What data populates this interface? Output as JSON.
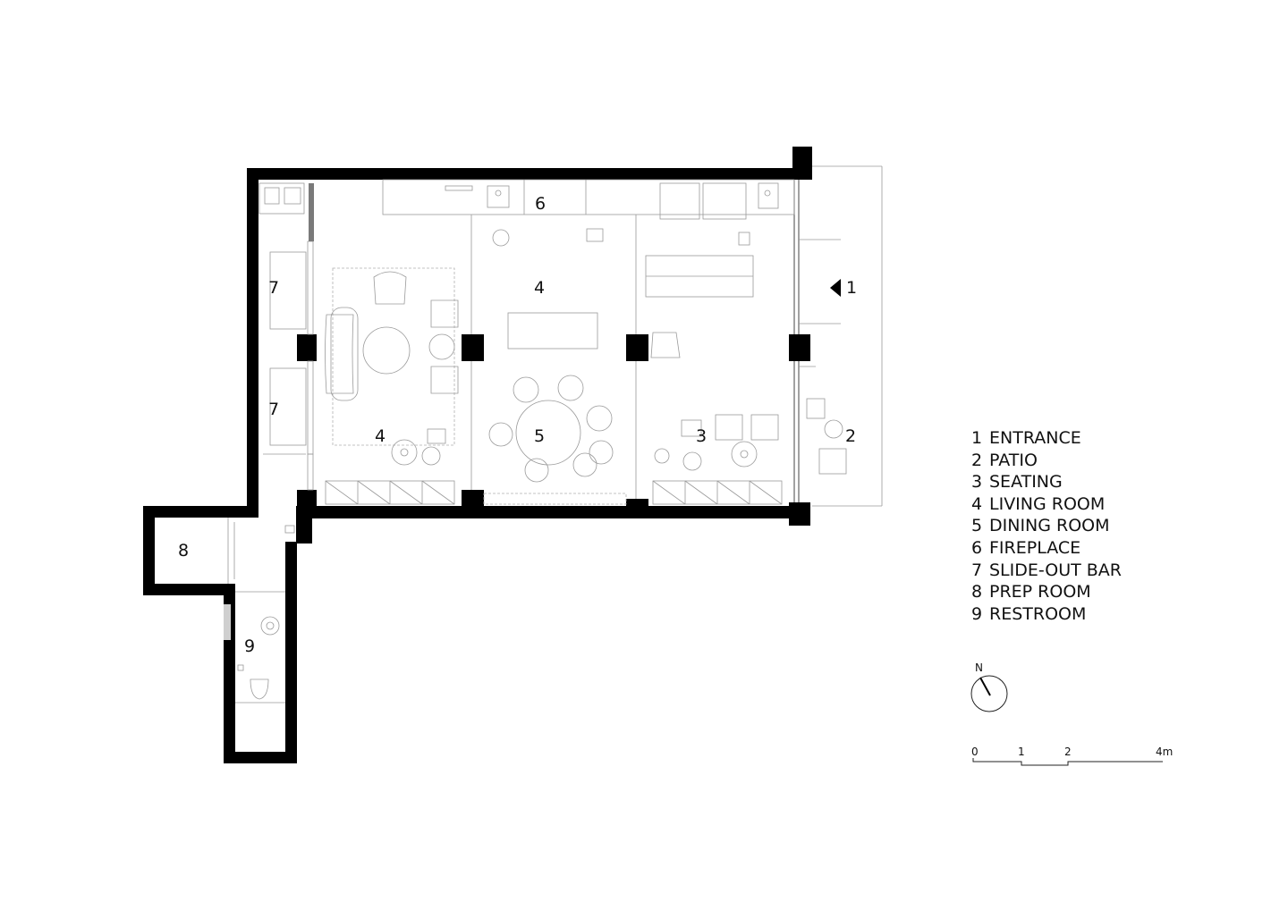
{
  "rooms": [
    {
      "num": "1",
      "label": "ENTRANCE"
    },
    {
      "num": "2",
      "label": "PATIO"
    },
    {
      "num": "3",
      "label": "SEATING"
    },
    {
      "num": "4",
      "label": "LIVING ROOM"
    },
    {
      "num": "5",
      "label": "DINING ROOM"
    },
    {
      "num": "6",
      "label": "FIREPLACE"
    },
    {
      "num": "7",
      "label": "SLIDE-OUT BAR"
    },
    {
      "num": "8",
      "label": "PREP ROOM"
    },
    {
      "num": "9",
      "label": "RESTROOM"
    }
  ],
  "plan_tags": {
    "fireplace": "6",
    "living_center": "4",
    "living_left": "4",
    "bar_top": "7",
    "bar_bottom": "7",
    "entrance": "1",
    "patio": "2",
    "seating": "3",
    "dining": "5",
    "prep": "8",
    "restroom": "9"
  },
  "compass": {
    "label": "N"
  },
  "scale_bar": {
    "ticks": [
      "0",
      "1",
      "2",
      "4m"
    ]
  },
  "colors": {
    "wall": "#000000",
    "line": "#9a9a9a",
    "background": "#ffffff"
  }
}
